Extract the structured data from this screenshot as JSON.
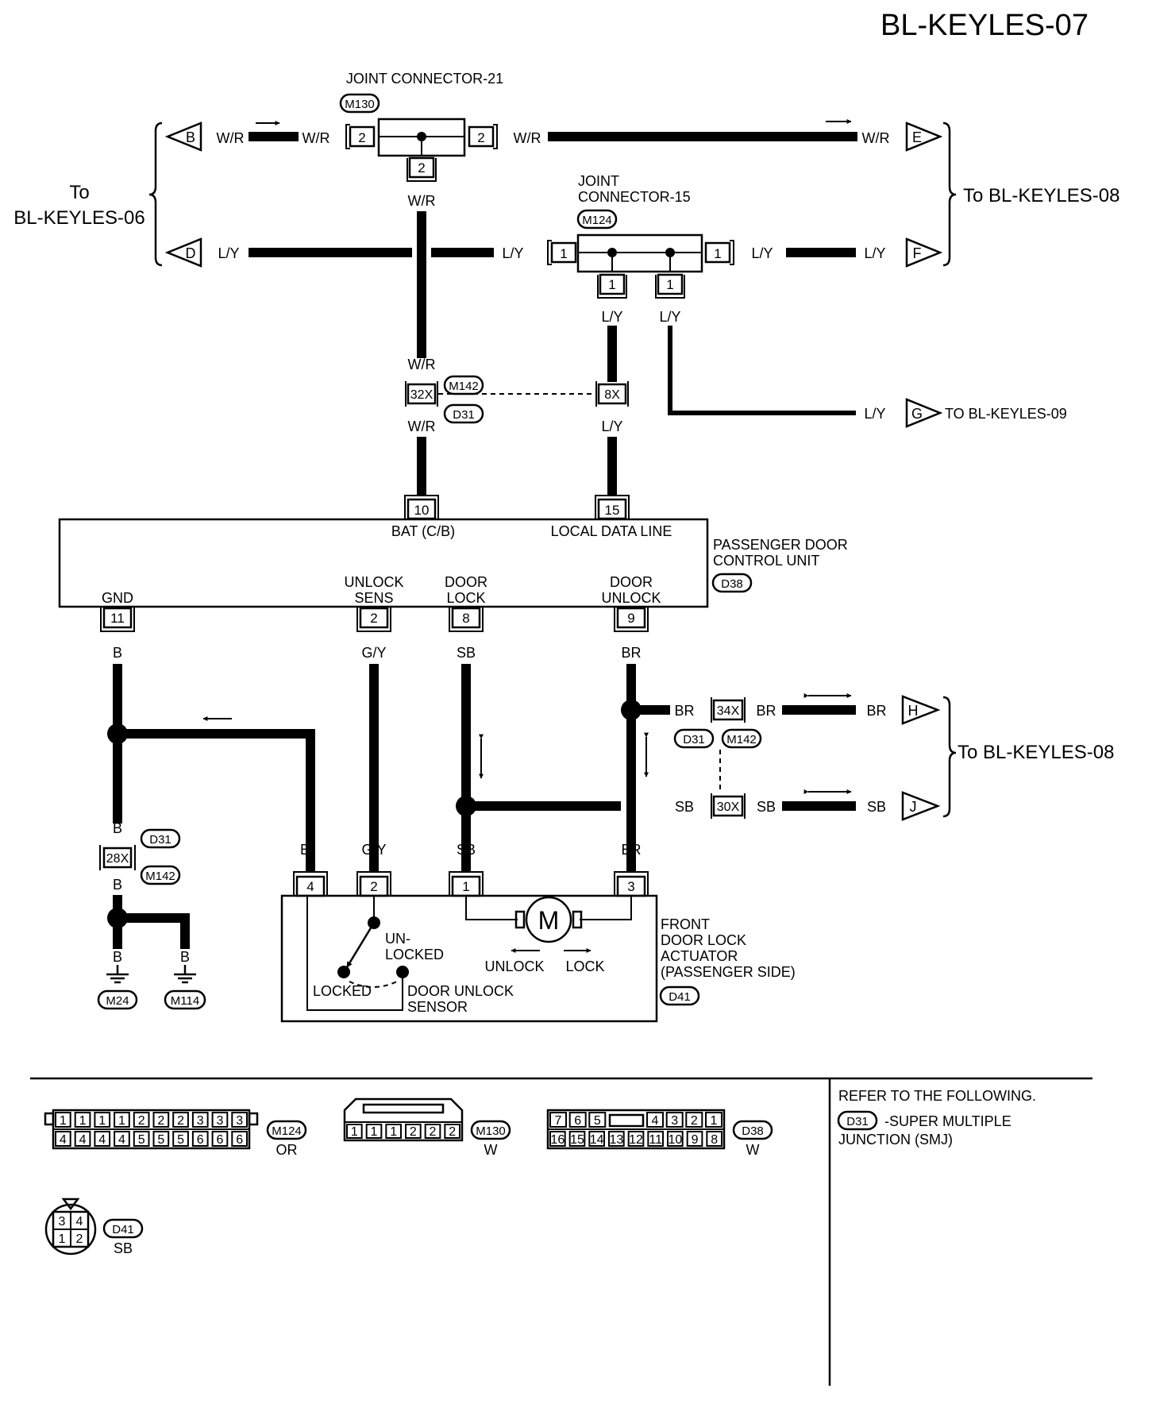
{
  "page": {
    "code": "BL-KEYLES-07"
  },
  "connectors": {
    "jc21": {
      "title": "JOINT CONNECTOR-21",
      "id": "M130",
      "left_pin": "2",
      "right_pin": "2",
      "bottom_pin": "2"
    },
    "jc15": {
      "title_line1": "JOINT",
      "title_line2": "CONNECTOR-15",
      "id": "M124",
      "left_pin": "1",
      "right_pin": "1",
      "bottom_pin_a": "1",
      "bottom_pin_b": "1"
    }
  },
  "wires": {
    "wr": "W/R",
    "ly": "L/Y",
    "b": "B",
    "gy": "G/Y",
    "sb": "SB",
    "br": "BR"
  },
  "terminals": {
    "b": "B",
    "d": "D",
    "e": "E",
    "f": "F",
    "g": "G",
    "h": "H",
    "j": "J"
  },
  "references": {
    "left_line1": "To",
    "left_line2": "BL-KEYLES-06",
    "right_top": "To BL-KEYLES-08",
    "right_g": "TO BL-KEYLES-09",
    "right_bottom": "To BL-KEYLES-08"
  },
  "smj": {
    "pin_32x": "32X",
    "pin_8x": "8X",
    "pin_34x": "34X",
    "pin_30x": "30X",
    "pin_28x": "28X",
    "id_m142": "M142",
    "id_d31": "D31"
  },
  "control_unit": {
    "name_line1": "PASSENGER DOOR",
    "name_line2": "CONTROL UNIT",
    "id": "D38",
    "pin_bat": "10",
    "label_bat": "BAT (C/B)",
    "pin_ldl": "15",
    "label_ldl": "LOCAL DATA LINE",
    "pin_gnd": "11",
    "label_gnd": "GND",
    "pin_unlock_sens": "2",
    "label_unlock_sens_1": "UNLOCK",
    "label_unlock_sens_2": "SENS",
    "pin_door_lock": "8",
    "label_door_lock_1": "DOOR",
    "label_door_lock_2": "LOCK",
    "pin_door_unlock": "9",
    "label_door_unlock_1": "DOOR",
    "label_door_unlock_2": "UNLOCK"
  },
  "actuator": {
    "name_line1": "FRONT",
    "name_line2": "DOOR LOCK",
    "name_line3": "ACTUATOR",
    "name_line4": "(PASSENGER SIDE)",
    "id": "D41",
    "pin_4": "4",
    "pin_2": "2",
    "pin_1": "1",
    "pin_3": "3",
    "motor": "M",
    "unlocked_1": "UN-",
    "unlocked_2": "LOCKED",
    "locked": "LOCKED",
    "sensor_1": "DOOR UNLOCK",
    "sensor_2": "SENSOR",
    "unlock": "UNLOCK",
    "lock": "LOCK"
  },
  "grounds": {
    "g1": "M24",
    "g2": "M114"
  },
  "connector_views": {
    "m124": {
      "top": [
        "1",
        "1",
        "1",
        "1",
        "2",
        "2",
        "2",
        "3",
        "3",
        "3"
      ],
      "bottom": [
        "4",
        "4",
        "4",
        "4",
        "5",
        "5",
        "5",
        "6",
        "6",
        "6"
      ],
      "id": "M124",
      "color": "OR"
    },
    "m130": {
      "pins": [
        "1",
        "1",
        "1",
        "2",
        "2",
        "2"
      ],
      "id": "M130",
      "color": "W"
    },
    "d38": {
      "top": [
        "7",
        "6",
        "5",
        "4",
        "3",
        "2",
        "1"
      ],
      "bottom": [
        "16",
        "15",
        "14",
        "13",
        "12",
        "11",
        "10",
        "9",
        "8"
      ],
      "id": "D38",
      "color": "W"
    },
    "d41": {
      "top": [
        "3",
        "4"
      ],
      "bottom": [
        "1",
        "2"
      ],
      "id": "D41",
      "color": "SB"
    }
  },
  "legend": {
    "refer": "REFER TO THE FOLLOWING.",
    "id": "D31",
    "desc_1": "-SUPER MULTIPLE",
    "desc_2": "JUNCTION (SMJ)"
  }
}
